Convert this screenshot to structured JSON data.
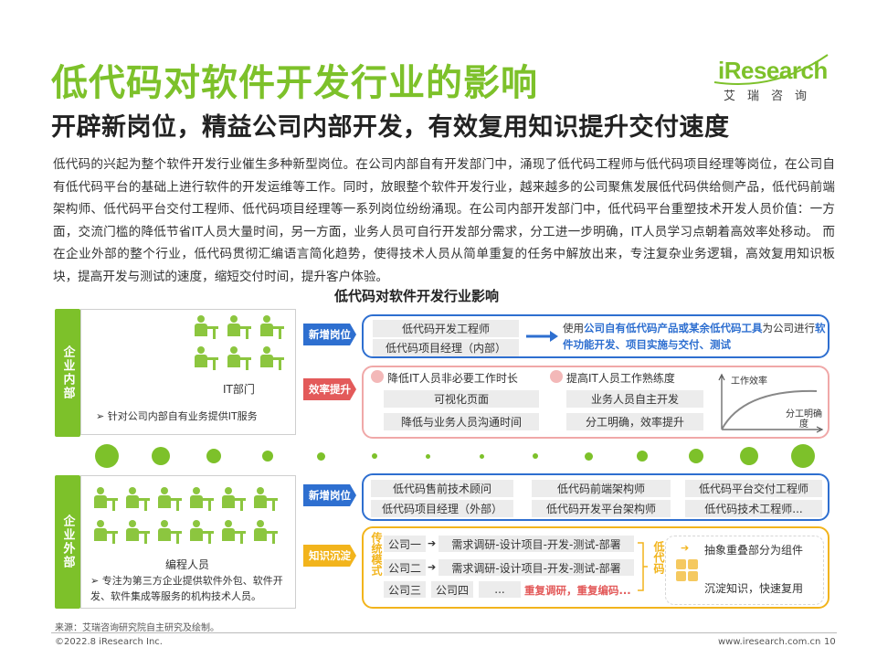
{
  "header": {
    "title": "低代码对软件开发行业的影响",
    "subtitle": "开辟新岗位，精益公司内部开发，有效复用知识提升交付速度",
    "logo_text": "iResearch",
    "logo_cn": "艾瑞咨询"
  },
  "body_text": "低代码的兴起为整个软件开发行业催生多种新型岗位。在公司内部自有开发部门中，涌现了低代码工程师与低代码项目经理等岗位，在公司自有低代码平台的基础上进行软件的开发运维等工作。同时，放眼整个软件开发行业，越来越多的公司聚焦发展低代码供给侧产品，低代码前端架构师、低代码平台交付工程师、低代码项目经理等一系列岗位纷纷涌现。在公司内部开发部门中，低代码平台重塑技术开发人员价值：一方面，交流门槛的降低节省IT人员大量时间，另一方面，业务人员可自行开发部分需求，分工进一步明确，IT人员学习点朝着高效率处移动。 而在企业外部的整个行业，低代码贯彻汇编语言简化趋势，使得技术人员从简单重复的任务中解放出来，专注复杂业务逻辑，高效复用知识板块，提高开发与测试的速度，缩短交付时间，提升客户体验。",
  "chart": {
    "title": "低代码对软件开发行业影响",
    "internal": {
      "side_label": "企业内部",
      "dept_label": "IT部门",
      "dept_note": "➢  针对公司内部自有业务提供IT服务",
      "new_roles": {
        "tag": "新增岗位",
        "roles": [
          "低代码开发工程师",
          "低代码项目经理（内部）"
        ],
        "desc_prefix": "使用",
        "desc_hl1": "公司自有低代码产品或某余低代码工具",
        "desc_mid": "为公司进行",
        "desc_hl2": "软件功能开发、项目实施与交付、测试"
      },
      "efficiency": {
        "tag": "效率提升",
        "left_head": "降低IT人员非必要工作时长",
        "left_items": [
          "可视化页面",
          "降低与业务人员沟通时间"
        ],
        "right_head": "提高IT人员工作熟练度",
        "right_items": [
          "业务人员自主开发",
          "分工明确，效率提升"
        ],
        "curve_y": "工作效率",
        "curve_x": "分工明确度"
      }
    },
    "external": {
      "side_label": "企业外部",
      "dept_label": "编程人员",
      "dept_note": "➢  专注为第三方企业提供软件外包、软件开发、软件集成等服务的机构技术人员。",
      "new_roles": {
        "tag": "新增岗位",
        "roles": [
          "低代码售前技术顾问",
          "低代码前端架构师",
          "低代码平台交付工程师",
          "低代码项目经理（外部）",
          "低代码开发平台架构师",
          "低代码技术工程师..."
        ]
      },
      "knowledge": {
        "tag": "知识沉淀",
        "trad_label": "传统模式",
        "rows": [
          {
            "company": "公司一",
            "flow": "需求调研-设计项目-开发-测试-部署"
          },
          {
            "company": "公司二",
            "flow": "需求调研-设计项目-开发-测试-部署"
          }
        ],
        "row3_company": "公司三",
        "row3_company2": "公司四",
        "row3_dots": "...",
        "row3_red": "重复调研，重复编码...",
        "lc_label": "低代码",
        "lc_item1": "抽象重叠部分为组件",
        "lc_item2": "沉淀知识，快速复用"
      }
    }
  },
  "footer": {
    "source": "来源：艾瑞咨询研究院自主研究及绘制。",
    "copyright": "©2022.8 iResearch Inc.",
    "url": "www.iresearch.com.cn",
    "page": "10"
  },
  "colors": {
    "green": "#7dc12a",
    "blue": "#2e6fd0",
    "red": "#e35a5a",
    "yellow": "#f2b41c"
  }
}
